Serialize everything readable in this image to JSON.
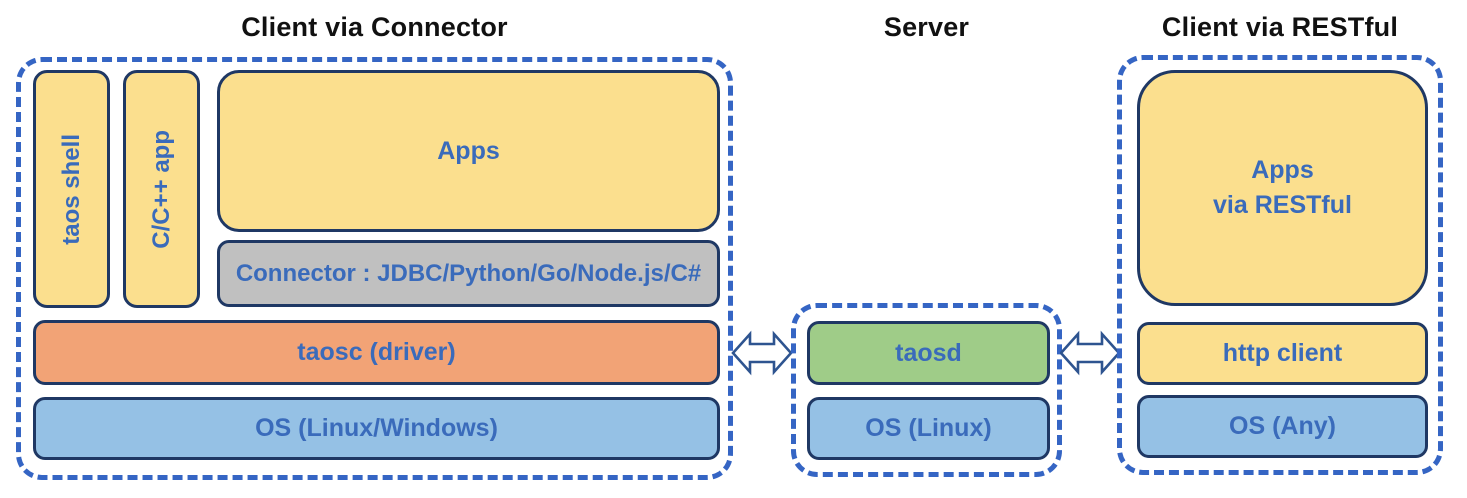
{
  "colors": {
    "yellow": "#FBDF8E",
    "orange": "#F2A376",
    "green": "#9FCC88",
    "blue": "#95C1E5",
    "gray": "#C0C0C0",
    "box-border": "#1F3864",
    "label-blue": "#3A6BBB",
    "dash-blue": "#3565C4",
    "title-black": "#111111",
    "arrow-stroke": "#2E5490"
  },
  "sections": {
    "connector_client": {
      "title": "Client via Connector",
      "taos_shell": "taos shell",
      "c_cpp_app": "C/C++ app",
      "apps": "Apps",
      "connector": "Connector : JDBC/Python/Go/Node.js/C#",
      "taosc": "taosc (driver)",
      "os": "OS (Linux/Windows)"
    },
    "server": {
      "title": "Server",
      "taosd": "taosd",
      "os": "OS (Linux)"
    },
    "restful_client": {
      "title": "Client via RESTful",
      "apps_line1": "Apps",
      "apps_line2": "via RESTful",
      "http_client": "http client",
      "os": "OS (Any)"
    }
  },
  "icons": {
    "left_link": "bidirectional-arrow",
    "right_link": "bidirectional-arrow"
  }
}
